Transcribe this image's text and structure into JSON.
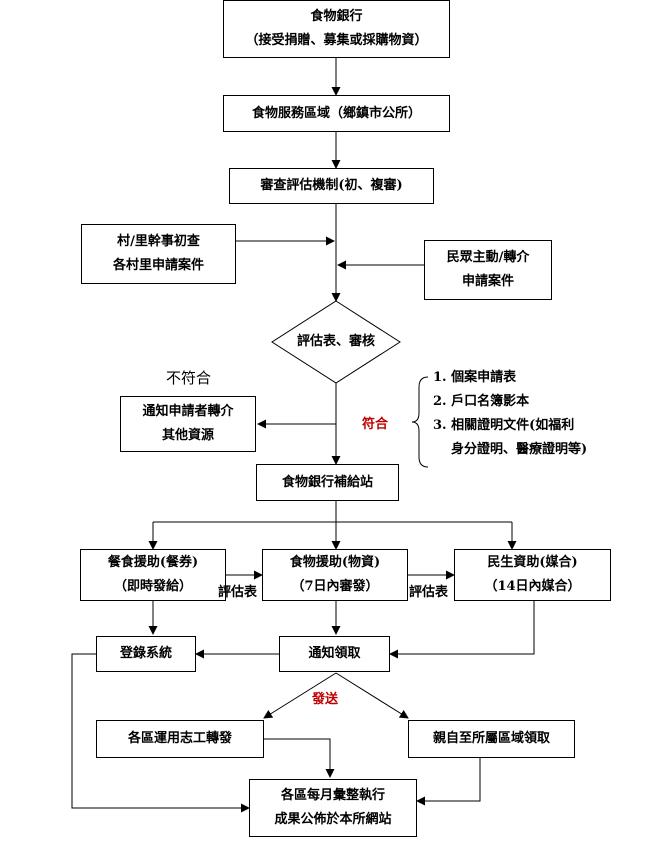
{
  "nodes": {
    "food_bank": [
      "食物銀行",
      "（接受捐贈、募集或採購物資）"
    ],
    "service_area": [
      "食物服務區域（鄉鎮市公所）"
    ],
    "review": [
      "審查評估機制(初、複審)"
    ],
    "village": [
      "村/里幹事初查",
      "各村里申請案件"
    ],
    "public": [
      "民眾主動/轉介",
      "申請案件"
    ],
    "assess": "評估表、審核",
    "notify_other": [
      "通知申請者轉介",
      "其他資源"
    ],
    "supply_station": [
      "食物銀行補給站"
    ],
    "meal_aid": [
      "餐食援助(餐券)",
      "（即時發給）"
    ],
    "goods_aid": [
      "食物援助(物資)",
      "（7日內審發）"
    ],
    "cash_aid": [
      "民生資助(媒合)",
      "（14日內媒合）"
    ],
    "register": [
      "登錄系統"
    ],
    "notify_pickup": [
      "通知領取"
    ],
    "volunteer": [
      "各區運用志工轉發"
    ],
    "self_pickup": [
      "親自至所屬區域領取"
    ],
    "monthly": [
      "各區每月彙整執行",
      "成果公佈於本所網站"
    ]
  },
  "labels": {
    "not_qualified": "不符合",
    "qualified": "符合",
    "eval_form_1": "評估表",
    "eval_form_2": "評估表",
    "deliver": "發送"
  },
  "documents": {
    "items": [
      "1. 個案申請表",
      "2. 戶口名簿影本",
      "3. 相關證明文件(如福利",
      "身分證明、醫療證明等)"
    ]
  },
  "colors": {
    "accent": "#c00000",
    "line": "#000000"
  }
}
